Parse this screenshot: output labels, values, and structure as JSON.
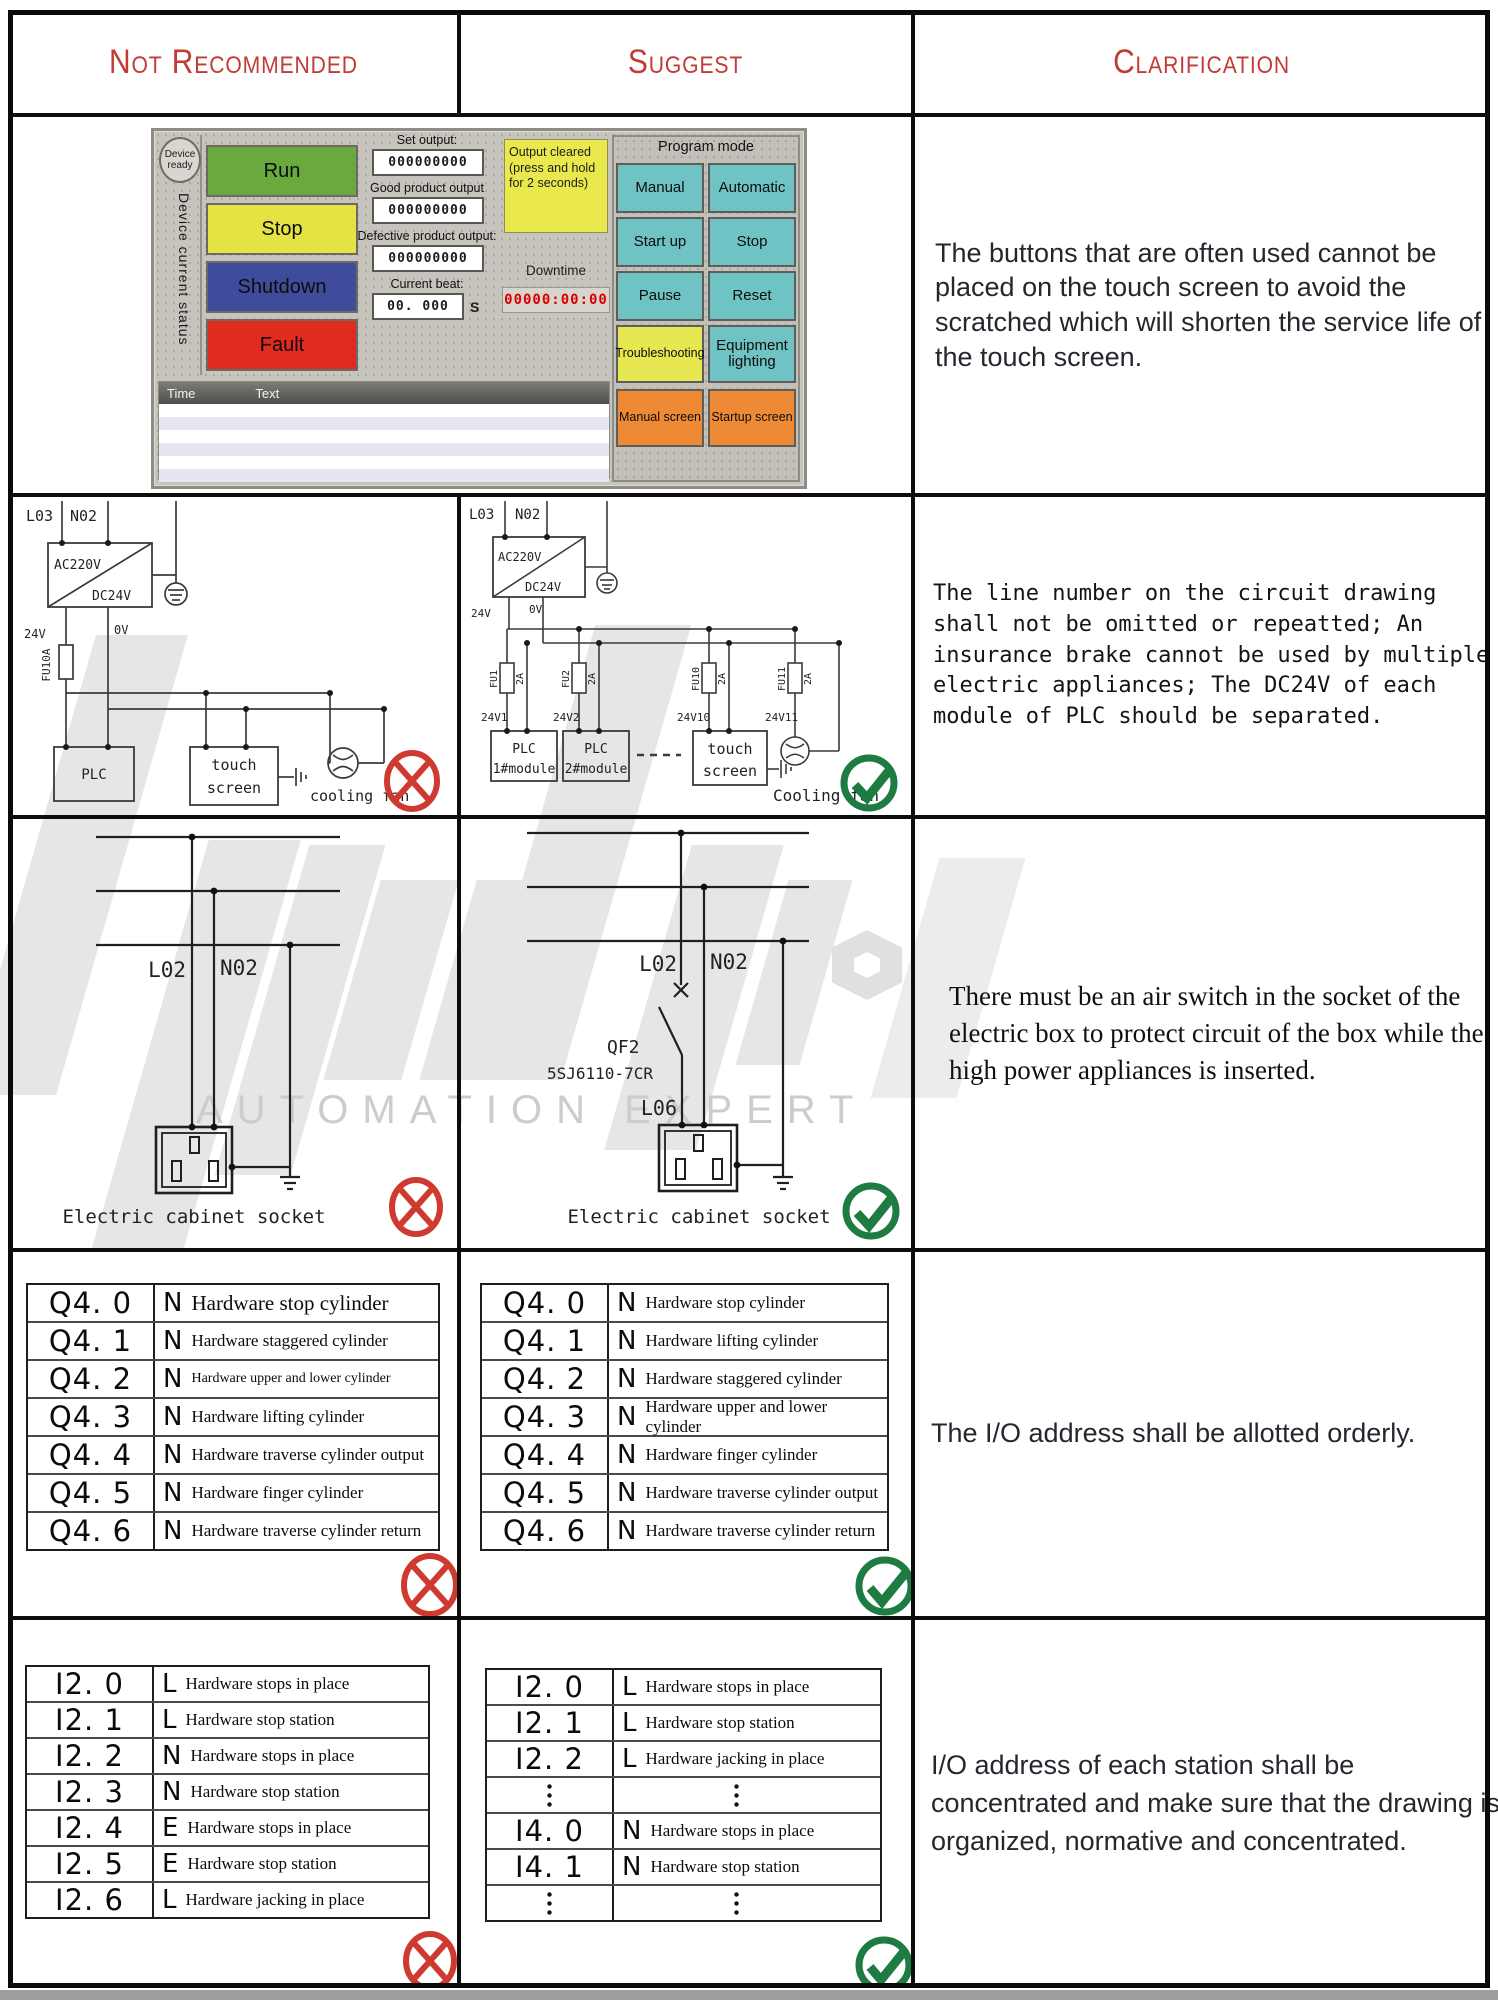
{
  "header": {
    "not_recommended": "Not Recommended",
    "suggest": "Suggest",
    "clarification": "Clarification"
  },
  "colors": {
    "header_text": "#c23b34",
    "x_icon": "#cf3a30",
    "check_icon": "#1e7c42",
    "run_green": "#69a93e",
    "stop_yellow": "#e5e344",
    "shutdown_blue": "#3e4c9b",
    "fault_red": "#e22b1f",
    "program_teal": "#6fc3c4",
    "screen_orange": "#ee8a35",
    "digital_red": "#dd0000"
  },
  "watermark": {
    "text": "AUTOMATION EXPERT"
  },
  "row1": {
    "hmi": {
      "device_ready_1": "Device",
      "device_ready_2": "ready",
      "status_title": "Device current status",
      "btn_run": "Run",
      "btn_stop": "Stop",
      "btn_shutdown": "Shutdown",
      "btn_fault": "Fault",
      "fields": [
        {
          "label": "Set output:",
          "value": "000000000"
        },
        {
          "label": "Good product output",
          "value": "000000000"
        },
        {
          "label": "Defective product output:",
          "value": "000000000"
        },
        {
          "label": "Current beat:",
          "value": "00. 000",
          "unit": "S"
        }
      ],
      "note": "Output cleared (press and hold for 2 seconds)",
      "downtime_label": "Downtime",
      "downtime_value": "00000:00:00",
      "log": {
        "col1": "Time",
        "col2": "Text"
      },
      "program": {
        "title": "Program mode",
        "buttons": [
          "Manual",
          "Automatic",
          "Start up",
          "Stop",
          "Pause",
          "Reset",
          "Troubleshooting",
          "Equipment lighting",
          "Manual screen",
          "Startup screen"
        ]
      }
    },
    "clarification": "The buttons that are often used cannot be placed on the touch screen to avoid the scratched which will shorten the service life of the touch screen."
  },
  "row2": {
    "left": {
      "l_label": "L03",
      "n_label": "N02",
      "psu_top": "AC220V",
      "psu_bottom": "DC24V",
      "v24": "24V",
      "v0": "0V",
      "fuse": "FU10A",
      "plc": "PLC",
      "touch1": "touch",
      "touch2": "screen",
      "fan": "cooling fan"
    },
    "right": {
      "l_label": "L03",
      "n_label": "N02",
      "psu_top": "AC220V",
      "psu_bottom": "DC24V",
      "v24": "24V",
      "v0": "0V",
      "fuses": [
        {
          "name": "FU1",
          "rating": "2A",
          "net": "24V1"
        },
        {
          "name": "FU2",
          "rating": "2A",
          "net": "24V2"
        },
        {
          "name": "FU10",
          "rating": "2A",
          "net": "24V10"
        },
        {
          "name": "FU11",
          "rating": "2A",
          "net": "24V11"
        }
      ],
      "plc1a": "PLC",
      "plc1b": "1#module",
      "plc2a": "PLC",
      "plc2b": "2#module",
      "touch1": "touch",
      "touch2": "screen",
      "fan": "Cooling fan"
    },
    "clarification": "The line number on the circuit drawing shall not be omitted or repeatted; An insurance brake cannot be used by multiple electric appliances; The DC24V of each module of PLC should be separated."
  },
  "row3": {
    "left": {
      "l_label": "L02",
      "n_label": "N02",
      "caption": "Electric cabinet socket"
    },
    "right": {
      "l_label": "L02",
      "n_label": "N02",
      "breaker_name": "QF2",
      "breaker_model": "5SJ6110-7CR",
      "out_label": "L06",
      "caption": "Electric cabinet socket"
    },
    "clarification": "There must be an air switch in the socket of the electric box to protect circuit of the box while the high power appliances is inserted."
  },
  "row4": {
    "left_rows": [
      {
        "addr": "Q4. 0",
        "tag": "N",
        "desc": "Hardware stop cylinder"
      },
      {
        "addr": "Q4. 1",
        "tag": "N",
        "desc": "Hardware staggered cylinder"
      },
      {
        "addr": "Q4. 2",
        "tag": "N",
        "desc": "Hardware upper and lower cylinder"
      },
      {
        "addr": "Q4. 3",
        "tag": "N",
        "desc": "Hardware lifting cylinder"
      },
      {
        "addr": "Q4. 4",
        "tag": "N",
        "desc": "Hardware traverse cylinder output"
      },
      {
        "addr": "Q4. 5",
        "tag": "N",
        "desc": "Hardware finger cylinder"
      },
      {
        "addr": "Q4. 6",
        "tag": "N",
        "desc": "Hardware traverse cylinder return"
      }
    ],
    "right_rows": [
      {
        "addr": "Q4. 0",
        "tag": "N",
        "desc": "Hardware stop cylinder"
      },
      {
        "addr": "Q4. 1",
        "tag": "N",
        "desc": "Hardware lifting cylinder"
      },
      {
        "addr": "Q4. 2",
        "tag": "N",
        "desc": "Hardware staggered cylinder"
      },
      {
        "addr": "Q4. 3",
        "tag": "N",
        "desc": "Hardware upper and lower cylinder"
      },
      {
        "addr": "Q4. 4",
        "tag": "N",
        "desc": "Hardware finger cylinder"
      },
      {
        "addr": "Q4. 5",
        "tag": "N",
        "desc": "Hardware traverse cylinder output"
      },
      {
        "addr": "Q4. 6",
        "tag": "N",
        "desc": "Hardware traverse cylinder return"
      }
    ],
    "clarification": "The I/O address shall be allotted orderly."
  },
  "row5": {
    "left_rows": [
      {
        "addr": "I2. 0",
        "tag": "L",
        "desc": "Hardware stops in place"
      },
      {
        "addr": "I2. 1",
        "tag": "L",
        "desc": "Hardware stop station"
      },
      {
        "addr": "I2. 2",
        "tag": "N",
        "desc": "Hardware stops in place"
      },
      {
        "addr": "I2. 3",
        "tag": "N",
        "desc": "Hardware stop station"
      },
      {
        "addr": "I2. 4",
        "tag": "E",
        "desc": "Hardware stops in place"
      },
      {
        "addr": "I2. 5",
        "tag": "E",
        "desc": "Hardware stop station"
      },
      {
        "addr": "I2. 6",
        "tag": "L",
        "desc": "Hardware jacking in place"
      }
    ],
    "right_rows": [
      {
        "addr": "I2. 0",
        "tag": "L",
        "desc": "Hardware stops in place"
      },
      {
        "addr": "I2. 1",
        "tag": "L",
        "desc": "Hardware stop station"
      },
      {
        "addr": "I2. 2",
        "tag": "L",
        "desc": "Hardware jacking in place"
      },
      {
        "ellipsis": true
      },
      {
        "addr": "I4. 0",
        "tag": "N",
        "desc": "Hardware stops in place"
      },
      {
        "addr": "I4. 1",
        "tag": "N",
        "desc": "Hardware stop station"
      },
      {
        "ellipsis": true
      }
    ],
    "clarification": "I/O address of each station shall be concentrated and make sure that the drawing is organized, normative and concentrated."
  }
}
